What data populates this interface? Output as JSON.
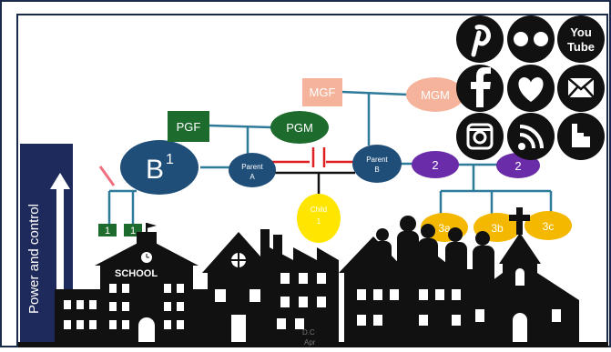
{
  "colors": {
    "frame": "#1a2a4a",
    "navy_panel": "#1f2a5c",
    "teal_line": "#2e7a9a",
    "blue_node": "#1f4e79",
    "dark_green": "#1e6b2e",
    "salmon": "#f4b39a",
    "purple": "#6a2ca8",
    "yellow": "#ffe600",
    "amber": "#f5b800",
    "conflict_red": "#e02020",
    "black": "#111111",
    "white": "#ffffff"
  },
  "side_panel": {
    "label": "Power and control"
  },
  "nodes": {
    "b1": "B",
    "b1_sup": "1",
    "pgf": "PGF",
    "pgm": "PGM",
    "parent_a_1": "Parent",
    "parent_a_2": "A",
    "parent_b_1": "Parent",
    "parent_b_2": "B",
    "mgf": "MGF",
    "mgm": "MGM",
    "child_1": "Child",
    "child_2": "1",
    "sib_left": "2",
    "sib_right": "2",
    "c3a": "3a",
    "c3b": "3b",
    "c3c": "3c",
    "small_left": "1",
    "small_right": "1"
  },
  "school": {
    "label": "SCHOOL"
  },
  "social_icons": [
    "pinterest-icon",
    "flickr-icon",
    "youtube-icon",
    "facebook-icon",
    "heart-icon",
    "mail-icon",
    "instagram-icon",
    "rss-icon",
    "blogger-icon"
  ],
  "youtube": {
    "line1": "You",
    "line2": "Tube"
  },
  "footer": {
    "line1": "D.C",
    "line2": "Apr"
  }
}
